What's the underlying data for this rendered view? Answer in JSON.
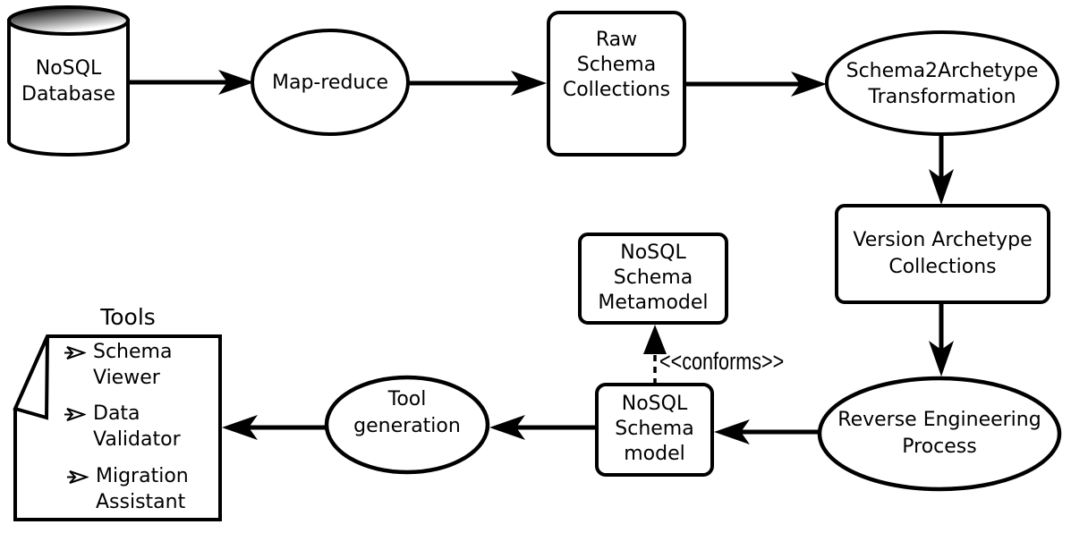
{
  "diagram": {
    "nodes": {
      "database": {
        "shape": "cylinder",
        "label": "NoSQL\nDatabase"
      },
      "map_reduce": {
        "shape": "ellipse",
        "label": "Map-reduce"
      },
      "raw_schema_collections": {
        "shape": "rounded-rect",
        "label": "Raw\nSchema\nCollections"
      },
      "schema2archetype": {
        "shape": "ellipse",
        "label": "Schema2Archetype\nTransformation"
      },
      "version_archetype_collections": {
        "shape": "rounded-rect",
        "label": "Version Archetype\nCollections"
      },
      "reverse_engineering": {
        "shape": "ellipse",
        "label": "Reverse Engineering\nProcess"
      },
      "nosql_schema_model": {
        "shape": "rounded-rect",
        "label": "NoSQL\nSchema\nmodel"
      },
      "nosql_schema_metamodel": {
        "shape": "rounded-rect",
        "label": "NoSQL\nSchema\nMetamodel"
      },
      "tool_generation": {
        "shape": "ellipse",
        "label": "Tool\ngeneration"
      },
      "tools": {
        "shape": "note",
        "title": "Tools",
        "items": [
          {
            "label": "Schema\nViewer"
          },
          {
            "label": "Data\nValidator"
          },
          {
            "label": "Migration\nAssistant"
          }
        ]
      }
    },
    "edge_labels": {
      "conforms": "<<conforms>>"
    },
    "edges": [
      {
        "from": "database",
        "to": "map_reduce",
        "style": "solid"
      },
      {
        "from": "map_reduce",
        "to": "raw_schema_collections",
        "style": "solid"
      },
      {
        "from": "raw_schema_collections",
        "to": "schema2archetype",
        "style": "solid"
      },
      {
        "from": "schema2archetype",
        "to": "version_archetype_collections",
        "style": "solid"
      },
      {
        "from": "version_archetype_collections",
        "to": "reverse_engineering",
        "style": "solid"
      },
      {
        "from": "reverse_engineering",
        "to": "nosql_schema_model",
        "style": "solid"
      },
      {
        "from": "nosql_schema_model",
        "to": "nosql_schema_metamodel",
        "style": "dashed",
        "label": "<<conforms>>"
      },
      {
        "from": "nosql_schema_model",
        "to": "tool_generation",
        "style": "solid"
      },
      {
        "from": "tool_generation",
        "to": "tools",
        "style": "solid"
      }
    ],
    "colors": {
      "stroke": "#000000",
      "fill": "#ffffff",
      "text": "#000000",
      "cylinder_top_dark": "#000000",
      "cylinder_top_light": "#ffffff"
    }
  }
}
